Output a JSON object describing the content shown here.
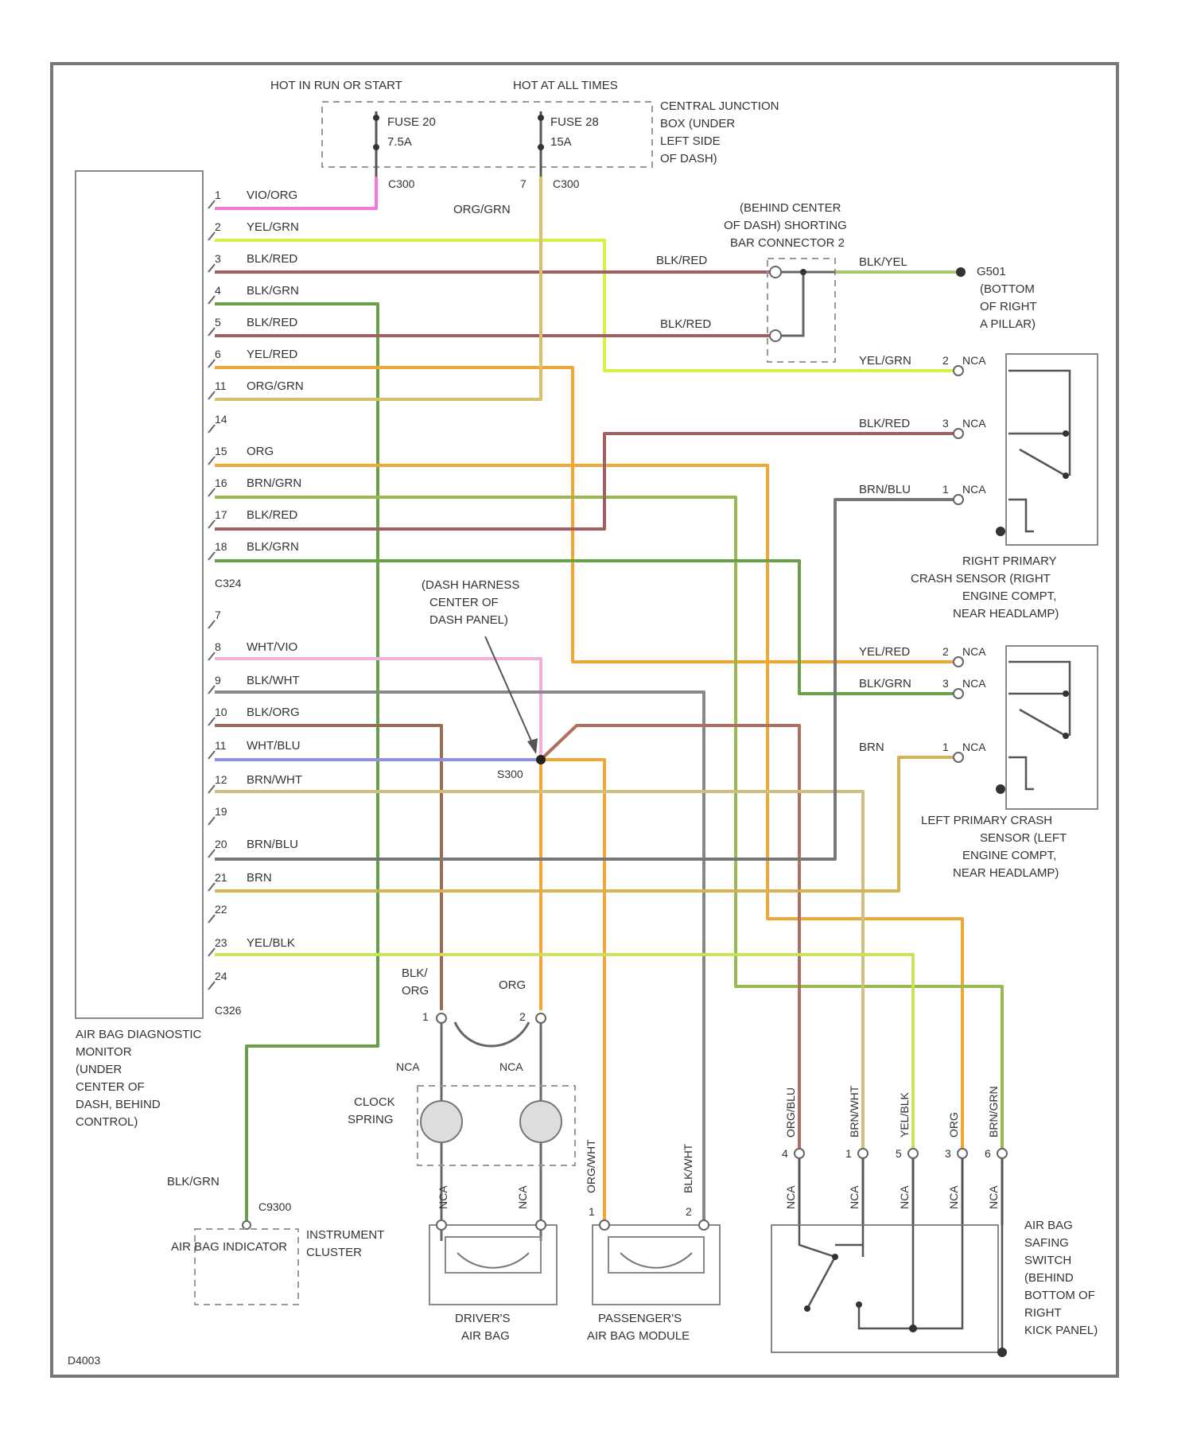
{
  "power": {
    "hot_run_start": "HOT IN RUN OR START",
    "hot_all_times": "HOT AT ALL TIMES",
    "fuse_a": "FUSE 20",
    "fuse_a_rating": "7.5A",
    "fuse_b": "FUSE 28",
    "fuse_b_rating": "15A",
    "junction_box": [
      "CENTRAL JUNCTION",
      "BOX (UNDER",
      "LEFT SIDE",
      "OF DASH)"
    ],
    "conn_a": "C300",
    "conn_b": "C300",
    "conn_b_pin": "7",
    "feed_b_wire": "ORG/GRN"
  },
  "shorting_bar": {
    "title": [
      "(BEHIND CENTER",
      "OF DASH) SHORTING",
      "BAR CONNECTOR 2"
    ],
    "wire_in_1": "BLK/RED",
    "wire_in_2": "BLK/RED",
    "wire_out": "BLK/YEL",
    "ground_label": [
      "G501",
      "(BOTTOM",
      "OF RIGHT",
      "A PILLAR)"
    ]
  },
  "monitor": {
    "label": [
      "AIR BAG DIAGNOSTIC",
      "MONITOR",
      "(UNDER",
      "CENTER OF",
      "DASH, BEHIND",
      "CONTROL)"
    ],
    "conn1": "C324",
    "conn2": "C326",
    "pins_top": [
      {
        "num": "1",
        "wire": "VIO/ORG"
      },
      {
        "num": "2",
        "wire": "YEL/GRN"
      },
      {
        "num": "3",
        "wire": "BLK/RED"
      },
      {
        "num": "4",
        "wire": "BLK/GRN"
      },
      {
        "num": "5",
        "wire": "BLK/RED"
      },
      {
        "num": "6",
        "wire": "YEL/RED"
      },
      {
        "num": "11",
        "wire": "ORG/GRN"
      },
      {
        "num": "14",
        "wire": ""
      },
      {
        "num": "15",
        "wire": "ORG"
      },
      {
        "num": "16",
        "wire": "BRN/GRN"
      },
      {
        "num": "17",
        "wire": "BLK/RED"
      },
      {
        "num": "18",
        "wire": "BLK/GRN"
      }
    ],
    "pins_bottom": [
      {
        "num": "7",
        "wire": ""
      },
      {
        "num": "8",
        "wire": "WHT/VIO"
      },
      {
        "num": "9",
        "wire": "BLK/WHT"
      },
      {
        "num": "10",
        "wire": "BLK/ORG"
      },
      {
        "num": "11",
        "wire": "WHT/BLU"
      },
      {
        "num": "12",
        "wire": "BRN/WHT"
      },
      {
        "num": "19",
        "wire": ""
      },
      {
        "num": "20",
        "wire": "BRN/BLU"
      },
      {
        "num": "21",
        "wire": "BRN"
      },
      {
        "num": "22",
        "wire": ""
      },
      {
        "num": "23",
        "wire": "YEL/BLK"
      },
      {
        "num": "24",
        "wire": ""
      }
    ]
  },
  "right_sensor": {
    "label": [
      "RIGHT PRIMARY",
      "CRASH SENSOR (RIGHT",
      "ENGINE COMPT,",
      "NEAR HEADLAMP)"
    ],
    "pins": [
      {
        "wire": "YEL/GRN",
        "num": "2",
        "conn": "NCA"
      },
      {
        "wire": "BLK/RED",
        "num": "3",
        "conn": "NCA"
      },
      {
        "wire": "BRN/BLU",
        "num": "1",
        "conn": "NCA"
      }
    ]
  },
  "left_sensor": {
    "label": [
      "LEFT PRIMARY CRASH",
      "SENSOR (LEFT",
      "ENGINE COMPT,",
      "NEAR HEADLAMP)"
    ],
    "pins": [
      {
        "wire": "YEL/RED",
        "num": "2",
        "conn": "NCA"
      },
      {
        "wire": "BLK/GRN",
        "num": "3",
        "conn": "NCA"
      },
      {
        "wire": "BRN",
        "num": "1",
        "conn": "NCA"
      }
    ]
  },
  "dash_harness": {
    "label": [
      "(DASH HARNESS",
      "CENTER OF",
      "DASH PANEL)"
    ],
    "splice": "S300"
  },
  "clock_spring": {
    "label": [
      "CLOCK",
      "SPRING"
    ],
    "wire_1": [
      "BLK/",
      "ORG"
    ],
    "wire_2": "ORG",
    "pin_1": "1",
    "pin_2": "2",
    "nca_1": "NCA",
    "nca_2": "NCA",
    "nca_3": "NCA",
    "nca_4": "NCA"
  },
  "driver_airbag": {
    "label": [
      "DRIVER'S",
      "AIR BAG"
    ]
  },
  "passenger_airbag": {
    "label": [
      "PASSENGER'S",
      "AIR BAG MODULE"
    ],
    "wire_1": "ORG/WHT",
    "wire_2": "BLK/WHT",
    "pin_1": "1",
    "pin_2": "2"
  },
  "safing_switch": {
    "label": [
      "AIR BAG",
      "SAFING",
      "SWITCH",
      "(BEHIND",
      "BOTTOM OF",
      "RIGHT",
      "KICK PANEL)"
    ],
    "pins": [
      {
        "wire": "ORG/BLU",
        "num": "4",
        "conn": "NCA"
      },
      {
        "wire": "BRN/WHT",
        "num": "1",
        "conn": "NCA"
      },
      {
        "wire": "YEL/BLK",
        "num": "5",
        "conn": "NCA"
      },
      {
        "wire": "ORG",
        "num": "3",
        "conn": "NCA"
      },
      {
        "wire": "BRN/GRN",
        "num": "6",
        "conn": "NCA"
      }
    ]
  },
  "indicator": {
    "wire": "BLK/GRN",
    "conn": "C9300",
    "label": "AIR BAG INDICATOR",
    "cluster": [
      "INSTRUMENT",
      "CLUSTER"
    ]
  },
  "footer_code": "D4003"
}
